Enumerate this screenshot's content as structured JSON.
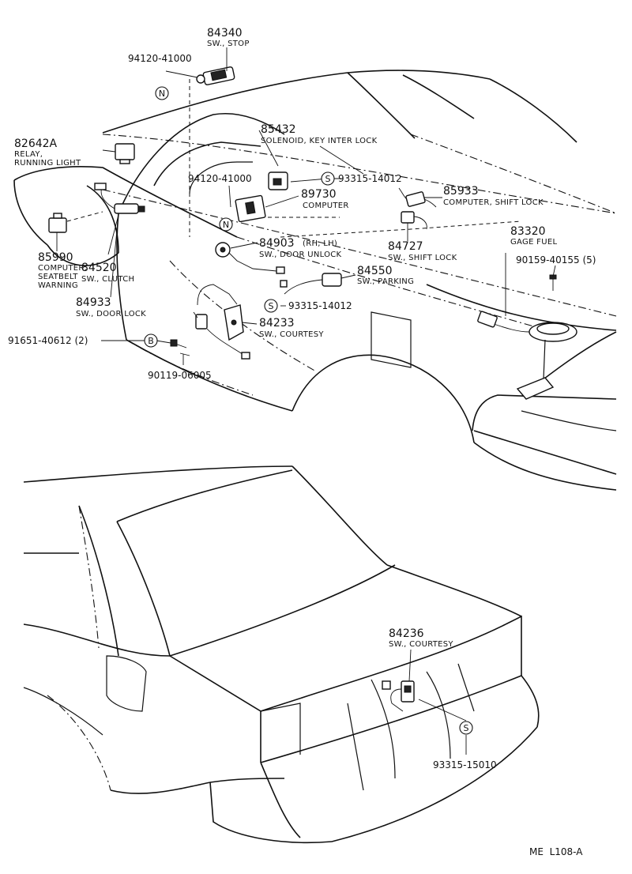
{
  "parts": {
    "p84340": {
      "num": "84340",
      "desc": "SW., STOP"
    },
    "p94120a": {
      "num": "94120-41000"
    },
    "p85432": {
      "num": "85432",
      "desc": "SOLENOID, KEY INTER LOCK"
    },
    "p82642A": {
      "num": "82642A",
      "desc1": "RELAY,",
      "desc2": "RUNNING LIGHT"
    },
    "p94120b": {
      "num": "94120-41000"
    },
    "p93315a": {
      "num": "93315-14012"
    },
    "p89730": {
      "num": "89730",
      "desc": "COMPUTER"
    },
    "p85933": {
      "num": "85933",
      "desc": "COMPUTER, SHIFT LOCK"
    },
    "p83320": {
      "num": "83320",
      "desc": "GAGE FUEL"
    },
    "p90159": {
      "num": "90159-40155 (5)"
    },
    "p84903": {
      "num": "84903",
      "suffix": "(RH, LH)",
      "desc": "SW., DOOR UNLOCK"
    },
    "p84727": {
      "num": "84727",
      "desc": "SW., SHIFT LOCK"
    },
    "p85990": {
      "num": "85990",
      "desc1": "COMPUTER,",
      "desc2": "SEATBELT",
      "desc3": "WARNING"
    },
    "p84520": {
      "num": "84520",
      "desc": "SW., CLUTCH"
    },
    "p84550": {
      "num": "84550",
      "desc": "SW., PARKING"
    },
    "p84933": {
      "num": "84933",
      "desc": "SW., DOOR LOCK"
    },
    "p93315b": {
      "num": "93315-14012"
    },
    "p84233": {
      "num": "84233",
      "desc": "SW., COURTESY"
    },
    "p91651": {
      "num": "91651-40612 (2)"
    },
    "p90119": {
      "num": "90119-06005"
    },
    "p84236": {
      "num": "84236",
      "desc": "SW., COURTESY"
    },
    "p93315c": {
      "num": "93315-15010"
    }
  },
  "markers": {
    "n": "N",
    "s": "S",
    "b": "B"
  },
  "footer": {
    "code": "ME  L108-A"
  }
}
